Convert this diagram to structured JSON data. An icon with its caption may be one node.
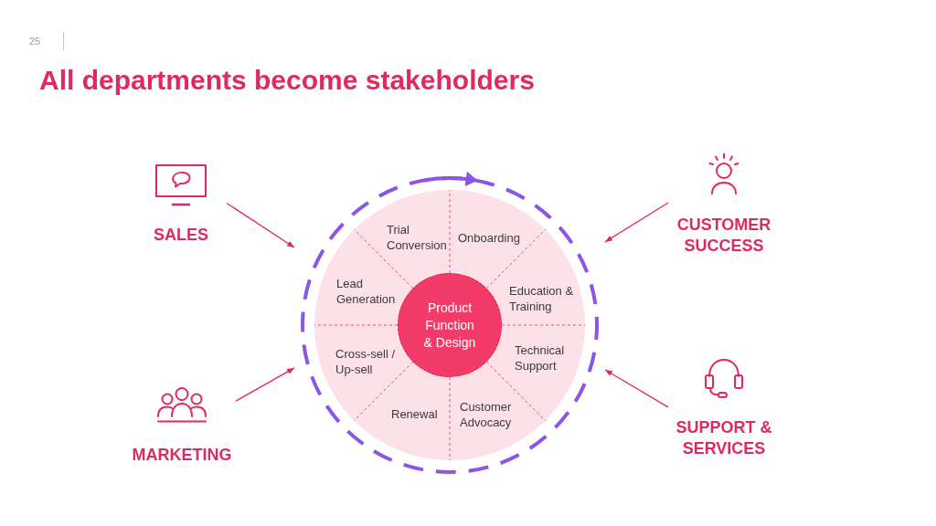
{
  "diagram": {
    "title": "All departments become stakeholders",
    "nodes": [
      {
        "text": [
          "SALES"
        ]
      },
      {
        "text": [
          "MARKETING"
        ]
      },
      {
        "text": [
          "CUSTOMER SUCCESS"
        ]
      },
      {
        "text": [
          "SUPPORT & SERVICES"
        ]
      },
      {
        "text": [],
        "shape": "circle"
      },
      {
        "text": [
          "Trial Conversion"
        ],
        "in": 4
      },
      {
        "text": [
          "Onboarding"
        ],
        "in": 4
      },
      {
        "text": [
          "Lead Generation"
        ],
        "in": 4
      },
      {
        "text": [
          "Education & Training"
        ],
        "in": 4
      },
      {
        "text": [
          "Cross-sell / Up-sell"
        ],
        "in": 4
      },
      {
        "text": [
          "Technical Support"
        ],
        "in": 4
      },
      {
        "text": [
          "Renewal"
        ],
        "in": 4
      },
      {
        "text": [
          "Customer Advocacy"
        ],
        "in": 4
      },
      {
        "text": [
          "Product Function & Design"
        ],
        "in": 4
      }
    ],
    "edges": [
      {
        "from": 0,
        "to": 4,
        "arrow": "to"
      },
      {
        "from": 1,
        "to": 4,
        "arrow": "to"
      },
      {
        "from": 2,
        "to": 4,
        "arrow": "to"
      },
      {
        "from": 3,
        "to": 4,
        "arrow": "to"
      }
    ],
    "labels": [
      "25"
    ]
  }
}
